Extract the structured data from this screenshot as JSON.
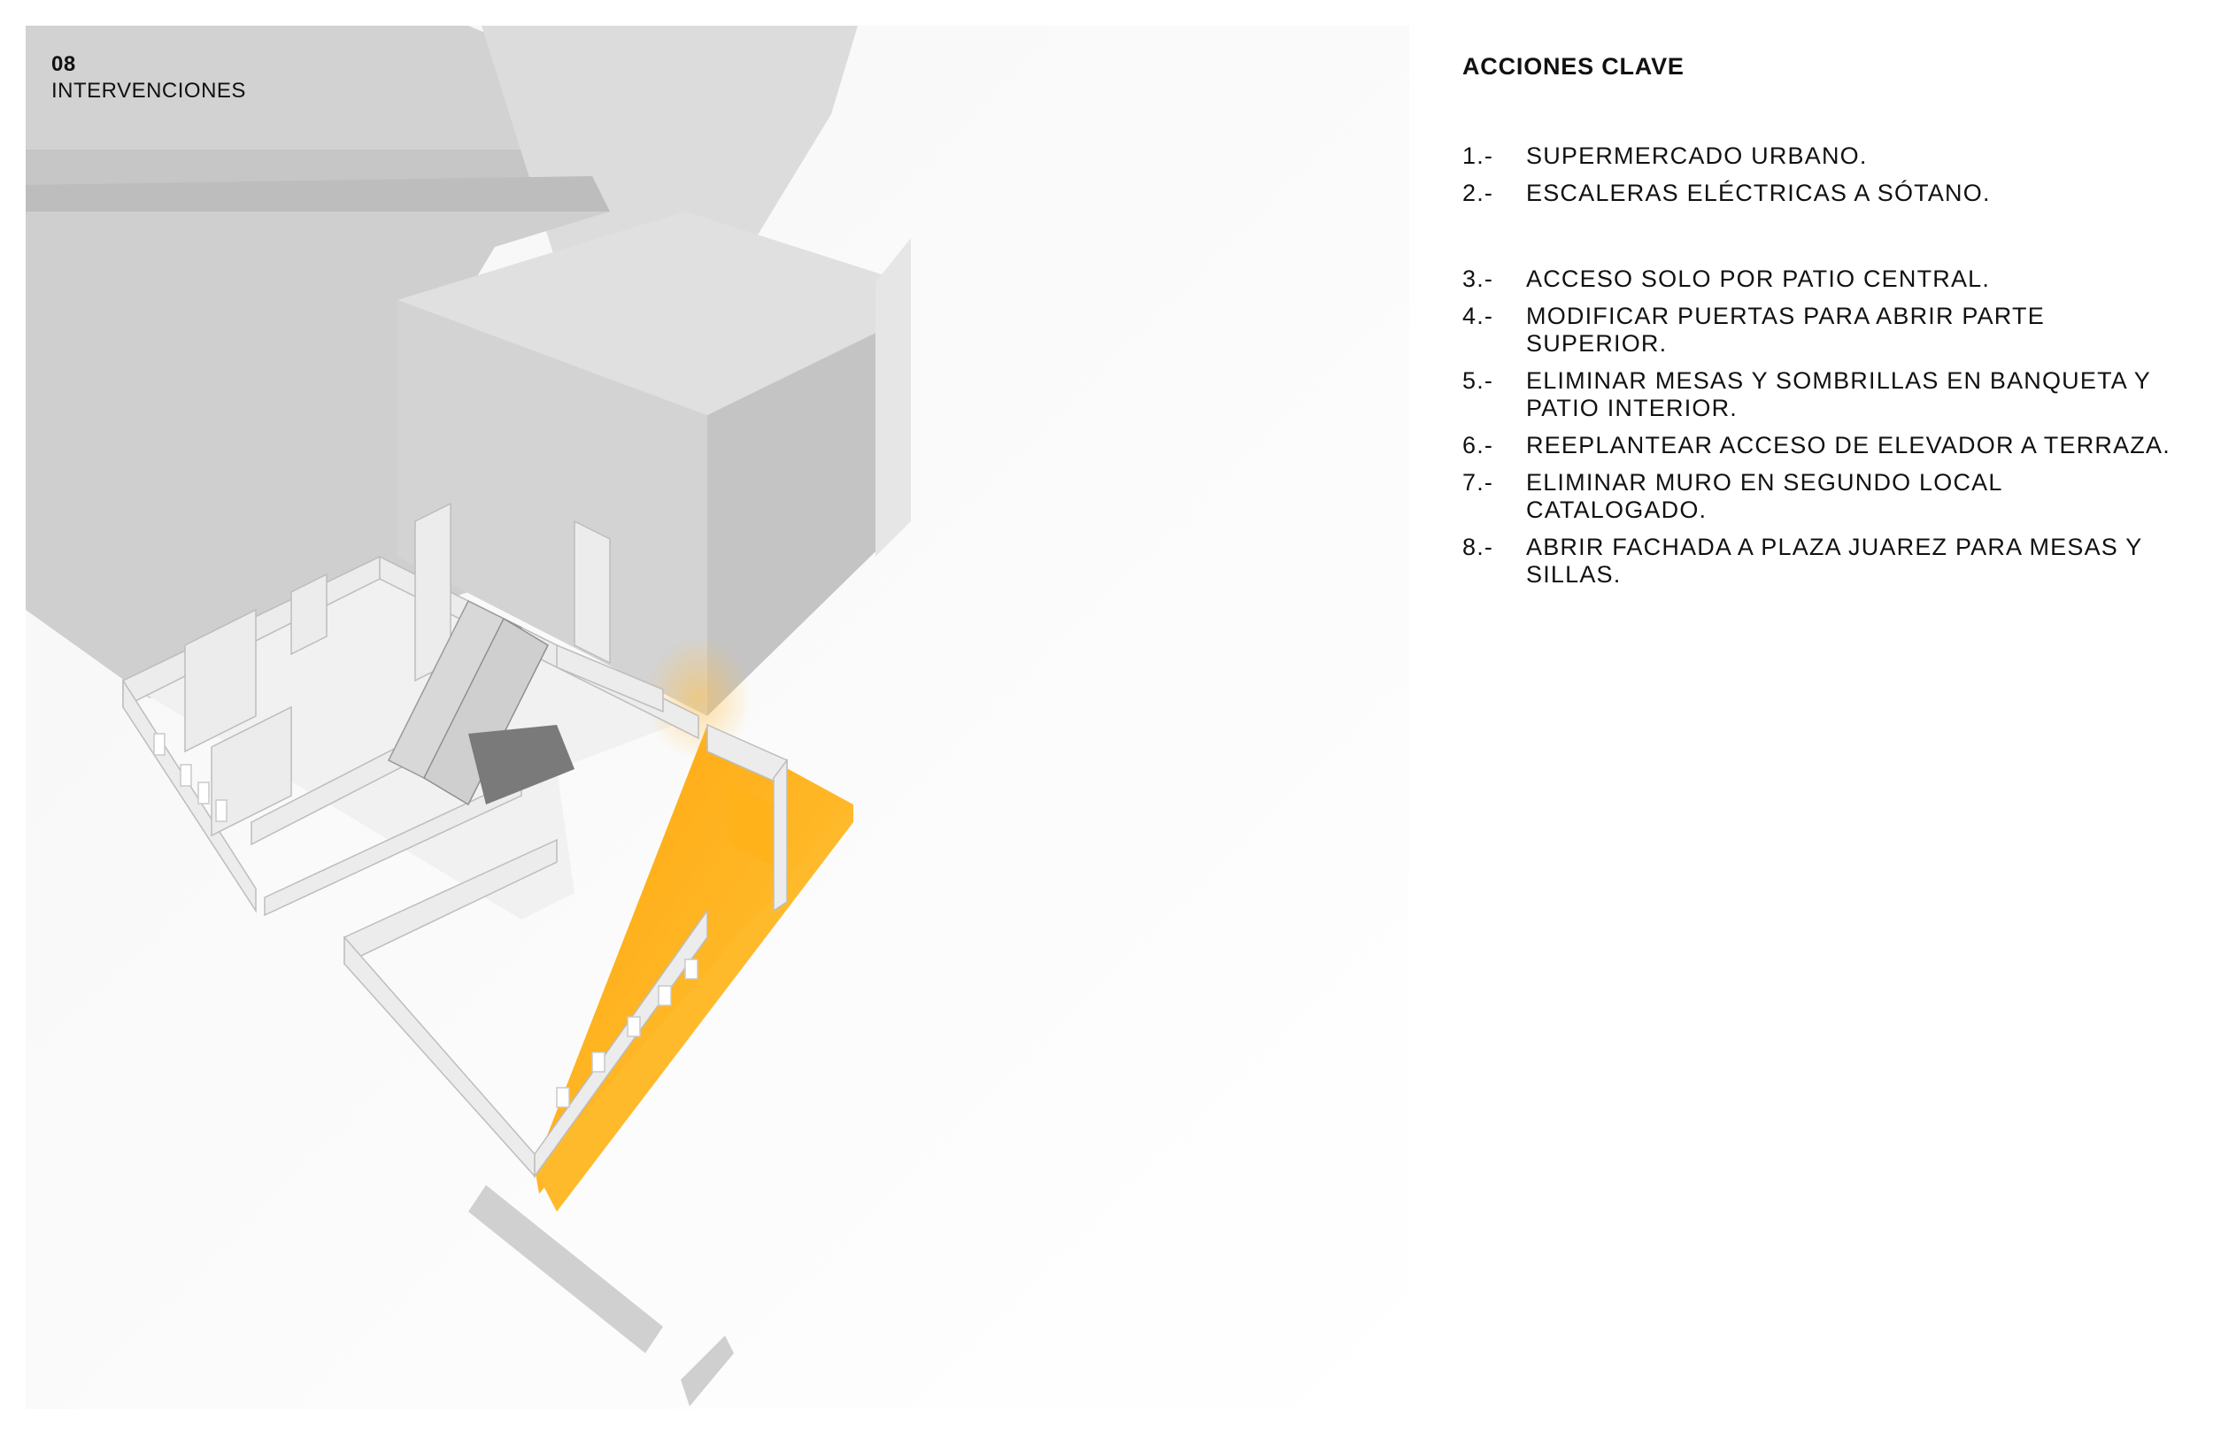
{
  "page": {
    "number": "08",
    "section": "INTERVENCIONES"
  },
  "actions": {
    "title": "ACCIONES CLAVE",
    "groups": [
      {
        "items": [
          {
            "number": "1.-",
            "text": "SUPERMERCADO URBANO."
          },
          {
            "number": "2.-",
            "text": "ESCALERAS ELÉCTRICAS A SÓTANO."
          }
        ]
      },
      {
        "items": [
          {
            "number": "3.-",
            "text": "ACCESO SOLO POR PATIO CENTRAL."
          },
          {
            "number": "4.-",
            "text": "MODIFICAR PUERTAS PARA ABRIR PARTE SUPERIOR."
          },
          {
            "number": "5.-",
            "text": "ELIMINAR MESAS Y SOMBRILLAS EN BANQUETA Y PATIO INTERIOR."
          },
          {
            "number": "6.-",
            "text": "REEPLANTEAR ACCESO DE ELEVADOR A TERRAZA."
          },
          {
            "number": "7.-",
            "text": "ELIMINAR MURO EN SEGUNDO LOCAL CATALOGADO."
          },
          {
            "number": "8.-",
            "text": "ABRIR FACHADA A PLAZA JUAREZ PARA MESAS Y SILLAS."
          }
        ]
      }
    ]
  },
  "colors": {
    "highlight": "#ffb21a",
    "massing": "#d6d6d6",
    "walls": "#e9e9e9"
  }
}
